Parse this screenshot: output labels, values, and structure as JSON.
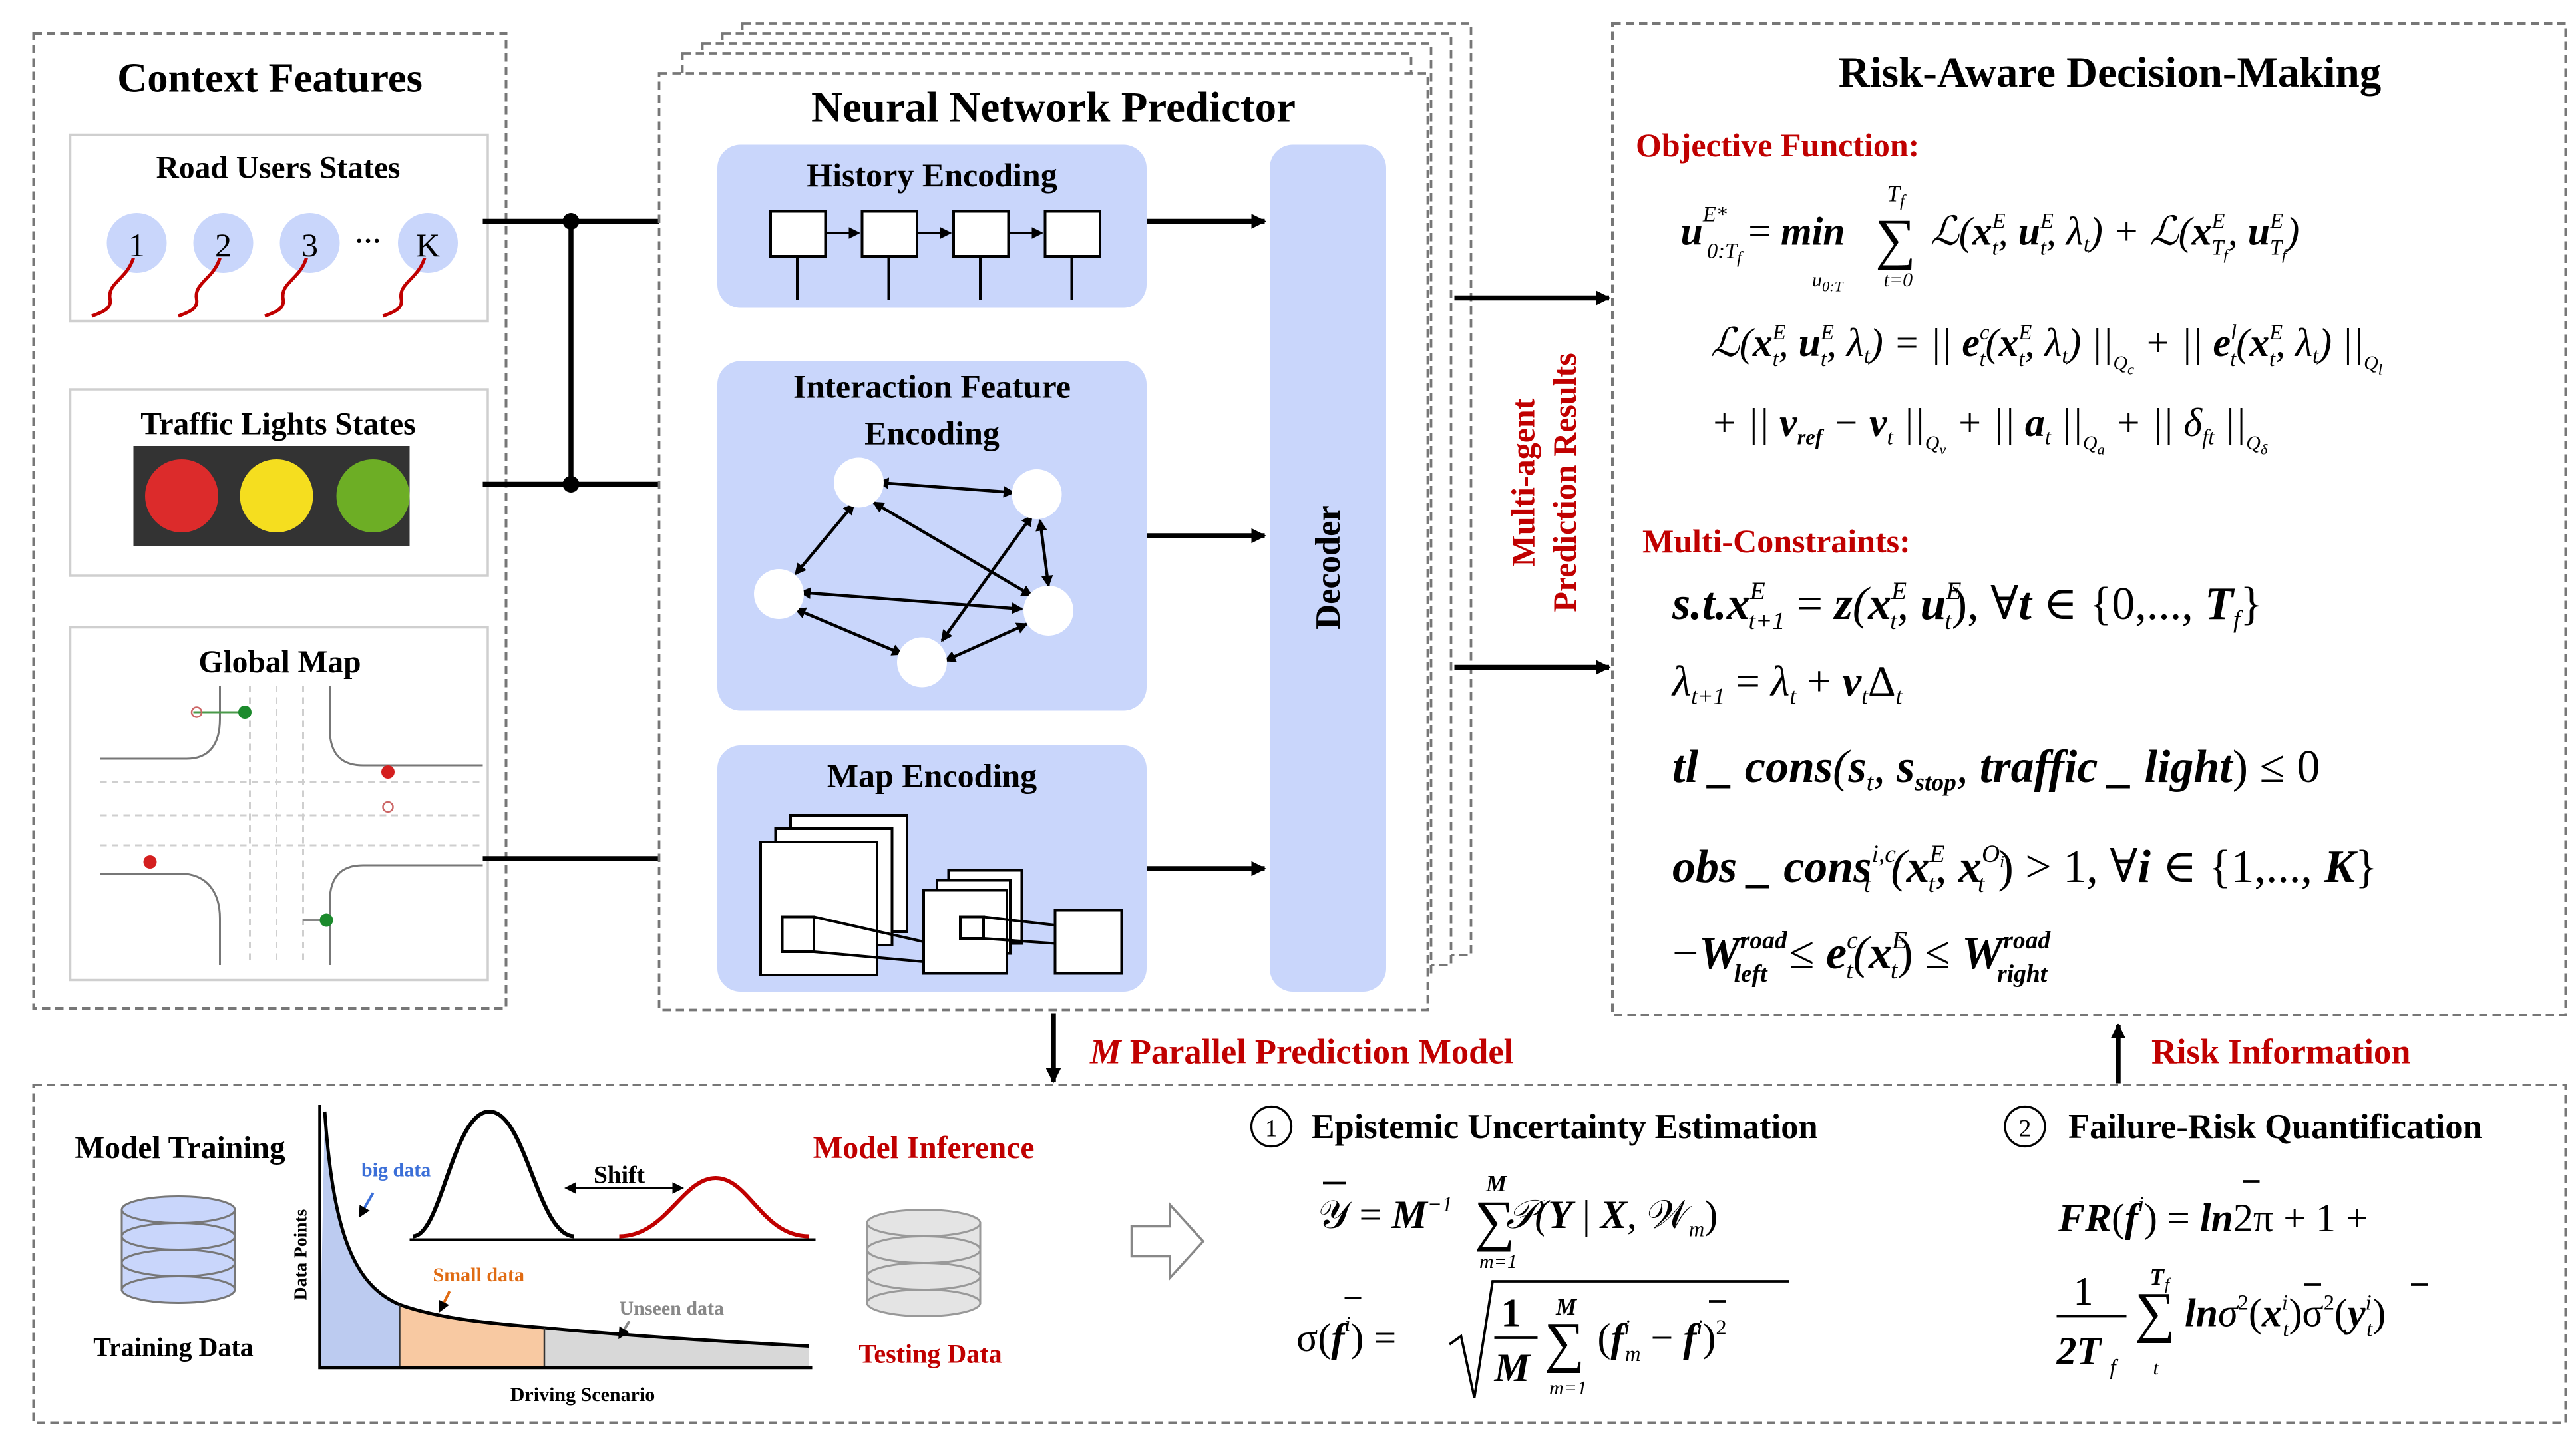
{
  "context": {
    "title": "Context Features",
    "road_users": {
      "title": "Road Users States",
      "agents": [
        "1",
        "2",
        "3",
        "K"
      ],
      "ellipsis": "···"
    },
    "traffic_lights": {
      "title": "Traffic Lights States",
      "lights": [
        "#dc2b2b",
        "#f5de1f",
        "#6dae25"
      ]
    },
    "global_map": {
      "title": "Global Map"
    }
  },
  "predictor": {
    "title": "Neural Network Predictor",
    "history": "History Encoding",
    "interaction_line1": "Interaction Feature",
    "interaction_line2": "Encoding",
    "map": "Map Encoding",
    "decoder": "Decoder"
  },
  "vertical_label": {
    "line1": "Multi-agent",
    "line2": "Prediction Results"
  },
  "decision": {
    "title": "Risk-Aware Decision-Making",
    "objective_label": "Objective Function:",
    "constraints_label": "Multi-Constraints:"
  },
  "links": {
    "parallel_model_m": "M",
    "parallel_model": "Parallel Prediction Model",
    "risk_information": "Risk Information"
  },
  "bottom": {
    "model_training": "Model Training",
    "training_data": "Training Data",
    "model_inference": "Model Inference",
    "testing_data": "Testing Data",
    "shift": "Shift",
    "chart_ylabel": "Data Points",
    "chart_xlabel": "Driving Scenario",
    "big_data": "big data",
    "small_data": "Small data",
    "unseen_data": "Unseen data",
    "step1_num": "1",
    "step1": "Epistemic Uncertainty Estimation",
    "step2_num": "2",
    "step2": "Failure-Risk Quantification"
  },
  "colors": {
    "block_fill": "#c9d6fb",
    "accent_red": "#c00000",
    "blue_note": "#3b6fd8",
    "orange_note": "#e06b12",
    "gray_note": "#888888",
    "orange_fill": "#f8c9a2",
    "blue_fill": "#bccbf0",
    "gray_fill": "#d8d8d8"
  }
}
